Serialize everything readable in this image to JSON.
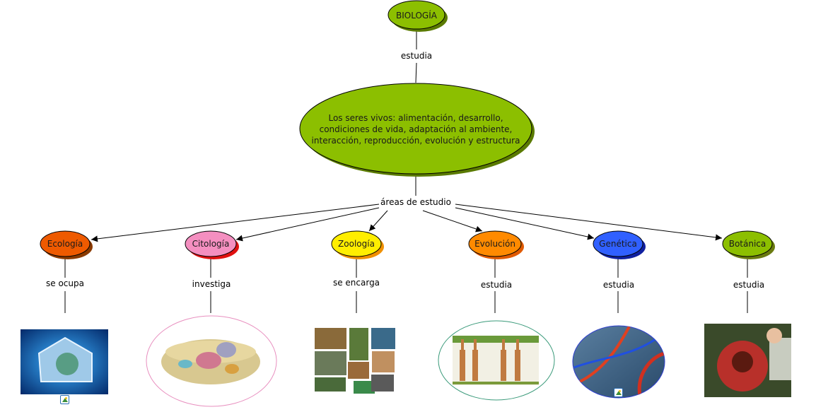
{
  "diagram": {
    "type": "concept-map",
    "root": {
      "label": "BIOLOGÍA",
      "color": "#8cbf00",
      "shadow": "#5a7a00"
    },
    "root_link": "estudia",
    "main": {
      "label": "Los seres vivos: alimentación, desarrollo, condiciones de vida, adaptación al ambiente, interacción, reproducción, evolución y estructura",
      "color": "#8cbf00",
      "shadow": "#5a7a00"
    },
    "main_link": "áreas de estudio",
    "areas": [
      {
        "label": "Ecología",
        "color": "#ee5a00",
        "shadow": "#8a3a00",
        "link": "se ocupa",
        "image": "earth-house-image",
        "has_image_icon": true,
        "image_frame": "rect"
      },
      {
        "label": "Citología",
        "color": "#f48fc0",
        "shadow": "#e01010",
        "link": "investiga",
        "image": "cell-diagram-image",
        "has_image_icon": false,
        "image_frame": "oval",
        "frame_color": "#e88fbf"
      },
      {
        "label": "Zoología",
        "color": "#ffee00",
        "shadow": "#f09000",
        "link": "se encarga",
        "image": "animals-collage-image",
        "has_image_icon": false,
        "image_frame": "rect"
      },
      {
        "label": "Evolución",
        "color": "#ff8a00",
        "shadow": "#e05a00",
        "link": "estudia",
        "image": "giraffes-image",
        "has_image_icon": false,
        "image_frame": "oval",
        "frame_color": "#3a9a7a"
      },
      {
        "label": "Genética",
        "color": "#3060ff",
        "shadow": "#1020a0",
        "link": "estudia",
        "image": "dna-helix-image",
        "has_image_icon": true,
        "image_frame": "oval",
        "frame_color": "#3040d0"
      },
      {
        "label": "Botánica",
        "color": "#8cbf00",
        "shadow": "#6a7a10",
        "link": "estudia",
        "image": "rafflesia-flower-image",
        "has_image_icon": false,
        "image_frame": "rect"
      }
    ]
  }
}
